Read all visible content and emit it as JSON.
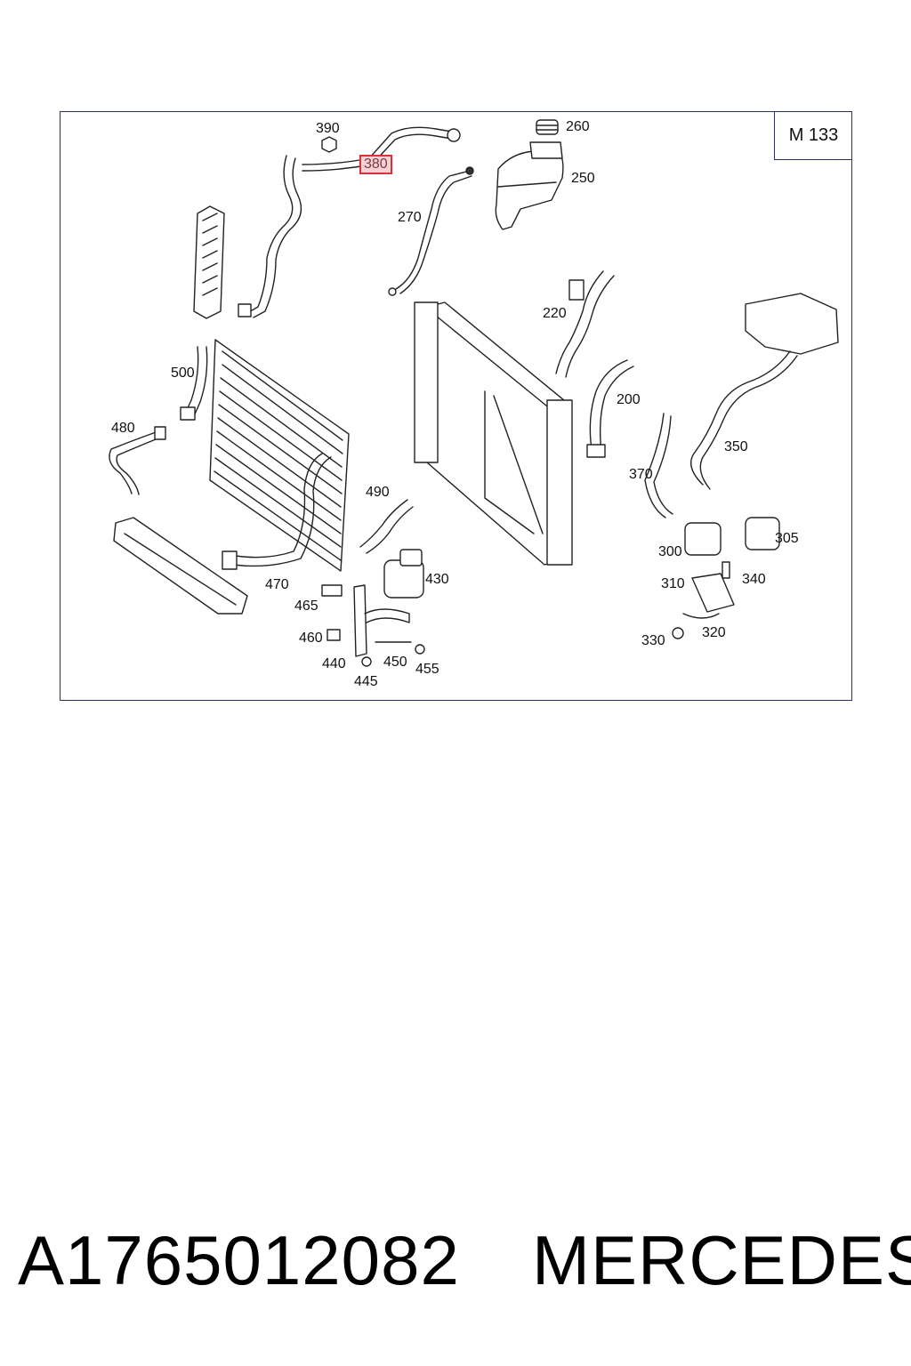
{
  "diagram": {
    "model_label": "M 133",
    "highlighted_callout": "380",
    "callouts": [
      {
        "id": "c390",
        "text": "390"
      },
      {
        "id": "c260",
        "text": "260"
      },
      {
        "id": "c380",
        "text": "380"
      },
      {
        "id": "c250",
        "text": "250"
      },
      {
        "id": "c270",
        "text": "270"
      },
      {
        "id": "c220",
        "text": "220"
      },
      {
        "id": "c500",
        "text": "500"
      },
      {
        "id": "c200",
        "text": "200"
      },
      {
        "id": "c480",
        "text": "480"
      },
      {
        "id": "c350",
        "text": "350"
      },
      {
        "id": "c370",
        "text": "370"
      },
      {
        "id": "c490",
        "text": "490"
      },
      {
        "id": "c305",
        "text": "305"
      },
      {
        "id": "c300",
        "text": "300"
      },
      {
        "id": "c430",
        "text": "430"
      },
      {
        "id": "c340",
        "text": "340"
      },
      {
        "id": "c470",
        "text": "470"
      },
      {
        "id": "c310",
        "text": "310"
      },
      {
        "id": "c465",
        "text": "465"
      },
      {
        "id": "c320",
        "text": "320"
      },
      {
        "id": "c460",
        "text": "460"
      },
      {
        "id": "c330",
        "text": "330"
      },
      {
        "id": "c440",
        "text": "440"
      },
      {
        "id": "c450",
        "text": "450"
      },
      {
        "id": "c455",
        "text": "455"
      },
      {
        "id": "c445",
        "text": "445"
      }
    ],
    "colors": {
      "frame": "#2a2f6a",
      "highlight_border": "#d9323a",
      "highlight_fill": "#f6d0d4",
      "line": "#222222"
    }
  },
  "footer": {
    "part_number": "A1765012082",
    "brand": "MERCEDES"
  }
}
